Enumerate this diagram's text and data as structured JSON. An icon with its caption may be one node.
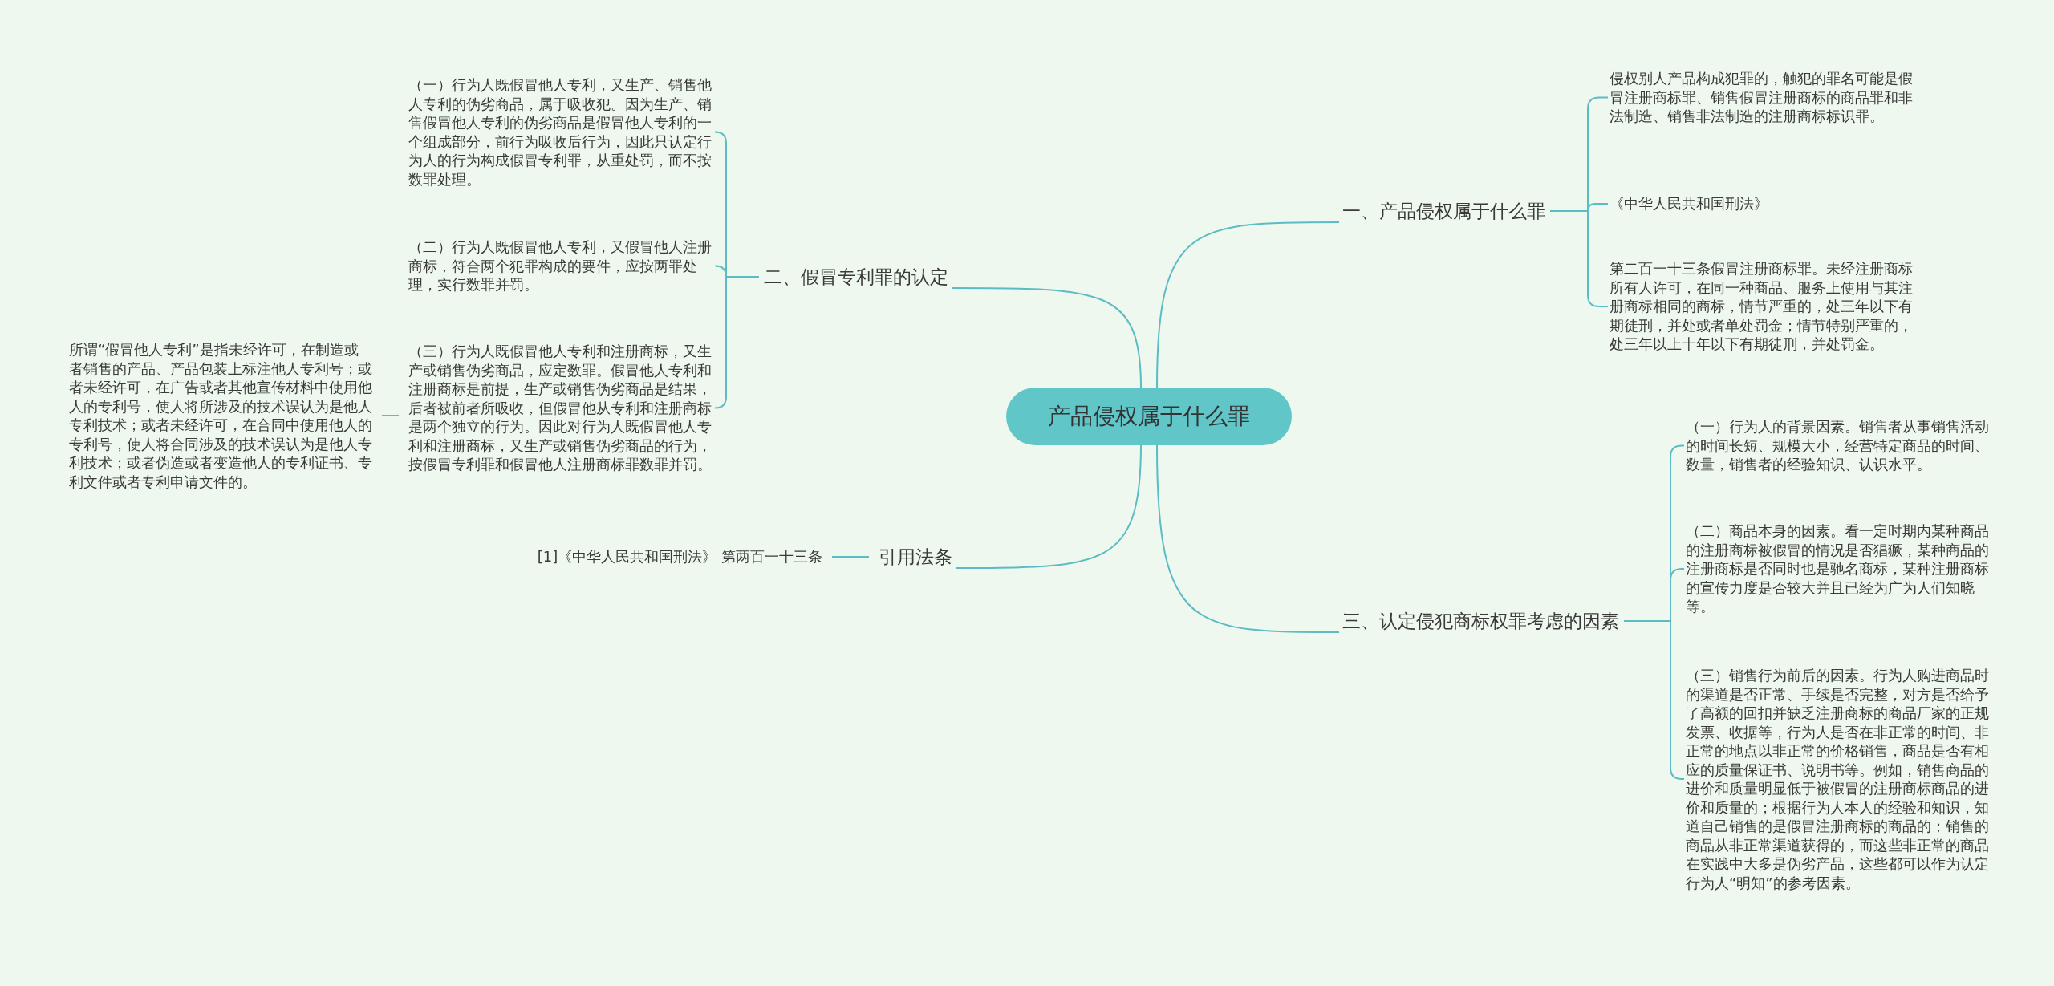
{
  "diagram": {
    "nodes": [
      {
        "text": [
          "产品侵权属于什么罪"
        ]
      },
      {
        "text": [
          "一、产品侵权属于什么罪"
        ]
      },
      {
        "text": [
          "二、假冒专利罪的认定"
        ]
      },
      {
        "text": [
          "三、认定侵犯商标权罪考虑的因素"
        ]
      },
      {
        "text": [
          "引用法条"
        ]
      },
      {
        "text": [
          "侵权别人产品构成犯罪的，触犯的罪名可能是假冒注册商标罪、销售假冒注册商标的商品罪和非法制造、销售非法制造的注册商标标识罪。"
        ]
      },
      {
        "text": [
          "《中华人民共和国刑法》"
        ]
      },
      {
        "text": [
          "第二百一十三条假冒注册商标罪。未经注册商标所有人许可，在同一种商品、服务上使用与其注册商标相同的商标，情节严重的，处三年以下有期徒刑，并处或者单处罚金；情节特别严重的，处三年以上十年以下有期徒刑，并处罚金。"
        ]
      },
      {
        "text": [
          "（一）行为人既假冒他人专利，又生产、销售他人专利的伪劣商品，属于吸收犯。因为生产、销售假冒他人专利的伪劣商品是假冒他人专利的一个组成部分，前行为吸收后行为，因此只认定行为人的行为构成假冒专利罪，从重处罚，而不按数罪处理。"
        ]
      },
      {
        "text": [
          "（二）行为人既假冒他人专利，又假冒他人注册商标，符合两个犯罪构成的要件，应按两罪处理，实行数罪并罚。"
        ]
      },
      {
        "text": [
          "（三）行为人既假冒他人专利和注册商标，又生产或销售伪劣商品，应定数罪。假冒他人专利和注册商标是前提，生产或销售伪劣商品是结果，后者被前者所吸收，但假冒他从专利和注册商标是两个独立的行为。因此对行为人既假冒他人专利和注册商标，又生产或销售伪劣商品的行为，按假冒专利罪和假冒他人注册商标罪数罪并罚。"
        ]
      },
      {
        "text": [
          "所谓“假冒他人专利”是指未经许可，在制造或者销售的产品、产品包装上标注他人专利号；或者未经许可，在广告或者其他宣传材料中使用他人的专利号，使人将所涉及的技术误认为是他人专利技术；或者未经许可，在合同中使用他人的专利号，使人将合同涉及的技术误认为是他人专利技术；或者伪造或者变造他人的专利证书、专利文件或者专利申请文件的。"
        ]
      },
      {
        "text": [
          "（一）行为人的背景因素。销售者从事销售活动的时间长短、规模大小，经营特定商品的时间、数量，销售者的经验知识、认识水平。"
        ]
      },
      {
        "text": [
          "（二）商品本身的因素。看一定时期内某种商品的注册商标被假冒的情况是否猖獗，某种商品的注册商标是否同时也是驰名商标，某种注册商标的宣传力度是否较大并且已经为广为人们知晓等。"
        ]
      },
      {
        "text": [
          "（三）销售行为前后的因素。行为人购进商品时的渠道是否正常、手续是否完整，对方是否给予了高额的回扣并缺乏注册商标的商品厂家的正规发票、收据等，行为人是否在非正常的时间、非正常的地点以非正常的价格销售，商品是否有相应的质量保证书、说明书等。例如，销售商品的进价和质量明显低于被假冒的注册商标商品的进价和质量的；根据行为人本人的经验和知识，知道自己销售的是假冒注册商标的商品的；销售的商品从非正常渠道获得的，而这些非正常的商品在实践中大多是伪劣产品，这些都可以作为认定行为人“明知”的参考因素。"
        ]
      },
      {
        "text": [
          "[1]《中华人民共和国刑法》 第两百一十三条"
        ]
      }
    ],
    "edges": [
      {
        "from": 0,
        "to": 1,
        "arrow": "none"
      },
      {
        "from": 0,
        "to": 2,
        "arrow": "none"
      },
      {
        "from": 0,
        "to": 3,
        "arrow": "none"
      },
      {
        "from": 0,
        "to": 4,
        "arrow": "none"
      },
      {
        "from": 1,
        "to": 5,
        "arrow": "none"
      },
      {
        "from": 1,
        "to": 6,
        "arrow": "none"
      },
      {
        "from": 1,
        "to": 7,
        "arrow": "none"
      },
      {
        "from": 2,
        "to": 8,
        "arrow": "none"
      },
      {
        "from": 2,
        "to": 9,
        "arrow": "none"
      },
      {
        "from": 2,
        "to": 10,
        "arrow": "none"
      },
      {
        "from": 10,
        "to": 11,
        "arrow": "none"
      },
      {
        "from": 3,
        "to": 12,
        "arrow": "none"
      },
      {
        "from": 3,
        "to": 13,
        "arrow": "none"
      },
      {
        "from": 3,
        "to": 14,
        "arrow": "none"
      },
      {
        "from": 4,
        "to": 15,
        "arrow": "none"
      }
    ]
  }
}
